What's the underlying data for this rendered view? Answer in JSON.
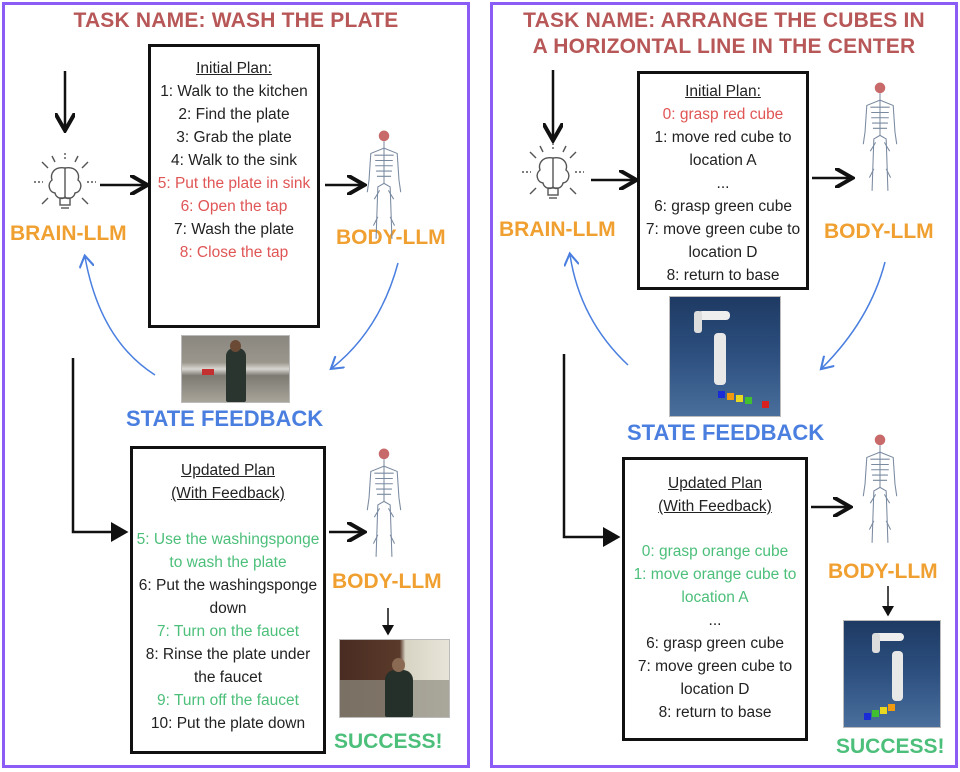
{
  "colors": {
    "panel_border": "#8b5cf6",
    "title": "#b85757",
    "brain_body_label": "#f0a030",
    "state_feedback_label": "#4a7fe0",
    "removed_step": "#e05555",
    "added_step": "#4cbf7a",
    "normal_step": "#222222"
  },
  "left": {
    "title": "TASK NAME: WASH THE PLATE",
    "brain_label": "BRAIN-LLM",
    "body_label": "BODY-LLM",
    "body_label_2": "BODY-LLM",
    "state_feedback": "STATE FEEDBACK",
    "success": "SUCCESS!",
    "initial_plan": {
      "header": "Initial Plan:",
      "steps": [
        {
          "text": "1: Walk to the kitchen",
          "status": "normal"
        },
        {
          "text": "2: Find the plate",
          "status": "normal"
        },
        {
          "text": "3: Grab the plate",
          "status": "normal"
        },
        {
          "text": "4: Walk to the sink",
          "status": "normal"
        },
        {
          "text": "5: Put the plate in sink",
          "status": "removed"
        },
        {
          "text": "6: Open the tap",
          "status": "removed"
        },
        {
          "text": "7: Wash the plate",
          "status": "normal"
        },
        {
          "text": "8: Close the tap",
          "status": "removed"
        }
      ]
    },
    "updated_plan": {
      "header_1": "Updated Plan",
      "header_2": "(With Feedback)",
      "steps": [
        {
          "text": "5: Use the washingsponge to wash the plate",
          "status": "added"
        },
        {
          "text": "6: Put the washingsponge down",
          "status": "normal"
        },
        {
          "text": "7: Turn on the faucet",
          "status": "added"
        },
        {
          "text": "8: Rinse the plate under the faucet",
          "status": "normal"
        },
        {
          "text": "9: Turn off the faucet",
          "status": "added"
        },
        {
          "text": "10: Put the plate down",
          "status": "normal"
        }
      ]
    },
    "images": {
      "state": "kitchen-scene-image",
      "success": "sink-scene-image"
    }
  },
  "right": {
    "title_line1": "TASK NAME: ARRANGE THE CUBES IN",
    "title_line2": "A HORIZONTAL LINE IN THE CENTER",
    "brain_label": "BRAIN-LLM",
    "body_label": "BODY-LLM",
    "body_label_2": "BODY-LLM",
    "state_feedback": "STATE FEEDBACK",
    "success": "SUCCESS!",
    "initial_plan": {
      "header": "Initial Plan:",
      "steps": [
        {
          "text": "0: grasp red cube",
          "status": "removed"
        },
        {
          "text": "1: move red cube to location A",
          "status": "normal"
        },
        {
          "text": "...",
          "status": "normal"
        },
        {
          "text": "6: grasp green cube",
          "status": "normal"
        },
        {
          "text": "7: move green cube to location D",
          "status": "normal"
        },
        {
          "text": "8: return to base",
          "status": "normal"
        }
      ]
    },
    "updated_plan": {
      "header_1": "Updated Plan",
      "header_2": "(With Feedback)",
      "steps": [
        {
          "text": "0: grasp orange cube",
          "status": "added"
        },
        {
          "text": "1: move orange cube to location A",
          "status": "added"
        },
        {
          "text": "...",
          "status": "normal"
        },
        {
          "text": "6: grasp green cube",
          "status": "normal"
        },
        {
          "text": "7: move green cube to location D",
          "status": "normal"
        },
        {
          "text": "8: return to base",
          "status": "normal"
        }
      ]
    },
    "images": {
      "state": "robot-arm-cubes-image",
      "success": "robot-arm-success-image"
    }
  }
}
